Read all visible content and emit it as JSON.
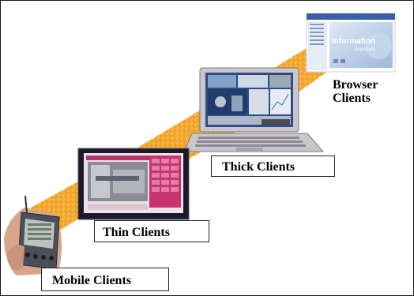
{
  "labels": {
    "mobile": "Mobile Clients",
    "thin": "Thin Clients",
    "thick": "Thick Clients",
    "browser_line1": "Browser",
    "browser_line2": "Clients"
  },
  "browser_screen": {
    "line1": "information",
    "line2": "anywhere"
  },
  "colors": {
    "ramp": "#f2a322",
    "ramp_light": "#f8cf6d",
    "label_border": "#222222",
    "thin_panel": "#c8356e"
  }
}
